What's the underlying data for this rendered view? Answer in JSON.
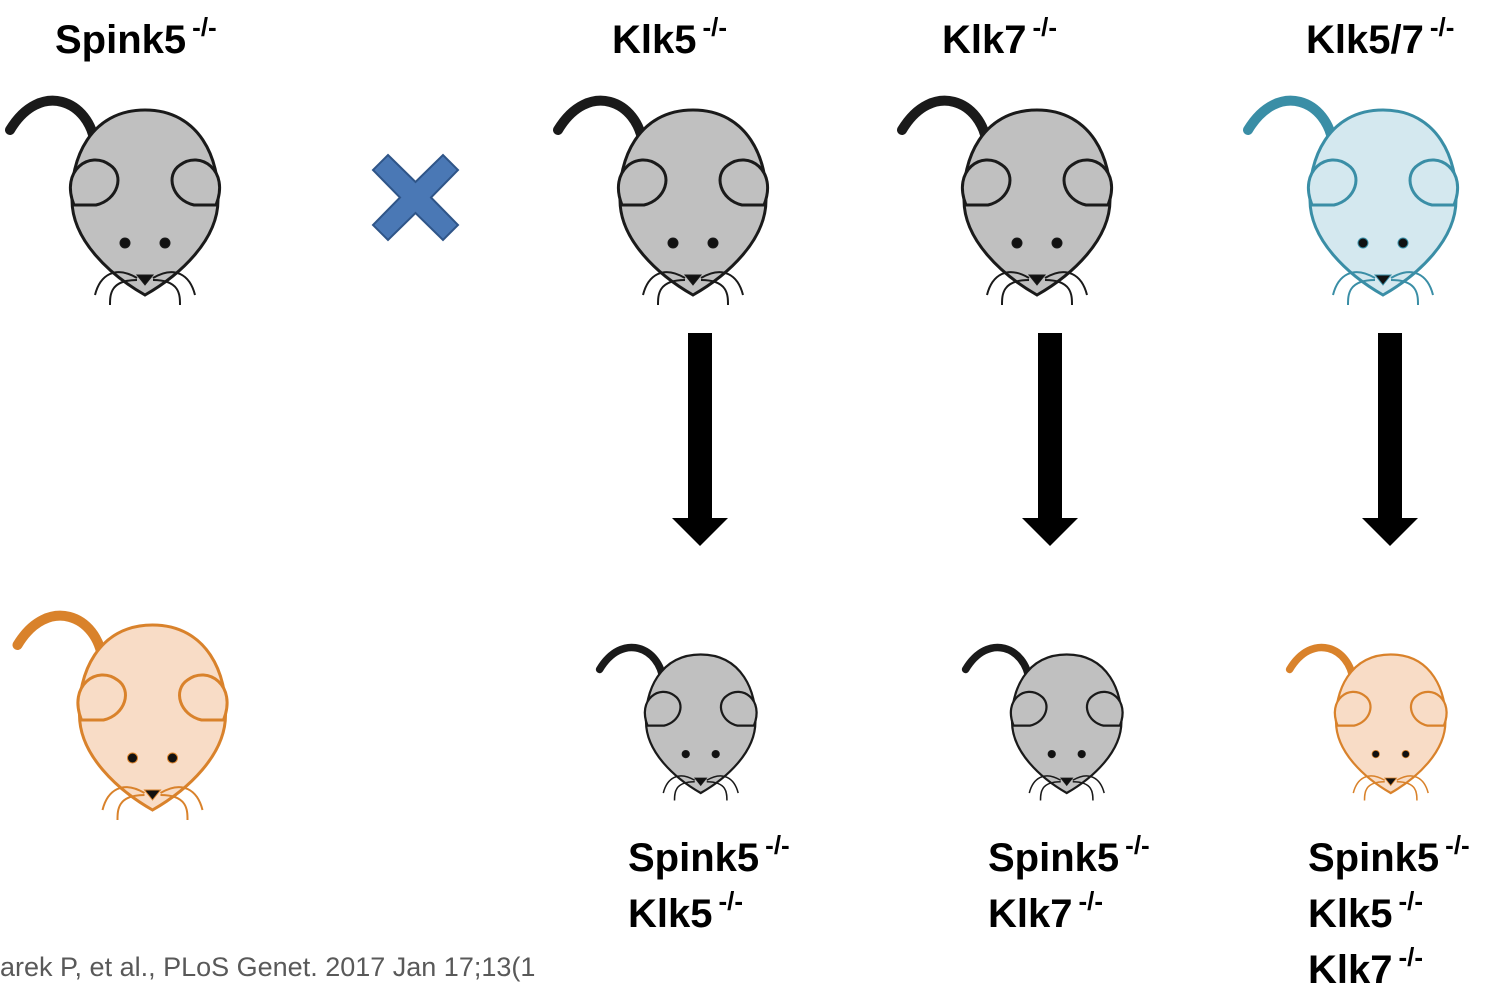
{
  "top_labels": {
    "spink5": {
      "name": "Spink5",
      "sup": "-/-"
    },
    "klk5": {
      "name": "Klk5",
      "sup": "-/-"
    },
    "klk7": {
      "name": "Klk7",
      "sup": "-/-"
    },
    "klk57": {
      "name": "Klk5/7",
      "sup": "-/-"
    }
  },
  "offspring_labels": {
    "a": [
      {
        "name": "Spink5",
        "sup": "-/-"
      },
      {
        "name": "Klk5",
        "sup": "-/-"
      }
    ],
    "b": [
      {
        "name": "Spink5",
        "sup": "-/-"
      },
      {
        "name": "Klk7",
        "sup": "-/-"
      }
    ],
    "c": [
      {
        "name": "Spink5",
        "sup": "-/-"
      },
      {
        "name": "Klk5",
        "sup": "-/-"
      },
      {
        "name": "Klk7",
        "sup": "-/-"
      }
    ]
  },
  "citation": "arek P, et al., PLoS Genet. 2017 Jan 17;13(1",
  "colors": {
    "gray_fill": "#c0c0c0",
    "gray_ear": "#a6a6a6",
    "gray_stroke": "#1a1a1a",
    "blue_fill": "#d4e8ef",
    "blue_ear": "#b5d5e0",
    "blue_stroke": "#3a8ea6",
    "orange_fill": "#f8dcc6",
    "orange_ear": "#eec3a5",
    "orange_stroke": "#d9822b",
    "cross": "#4a78b5",
    "arrow": "#000000"
  },
  "icons": {
    "mouse": "mouse-icon",
    "cross": "cross-icon",
    "arrow": "arrow-down-icon"
  }
}
